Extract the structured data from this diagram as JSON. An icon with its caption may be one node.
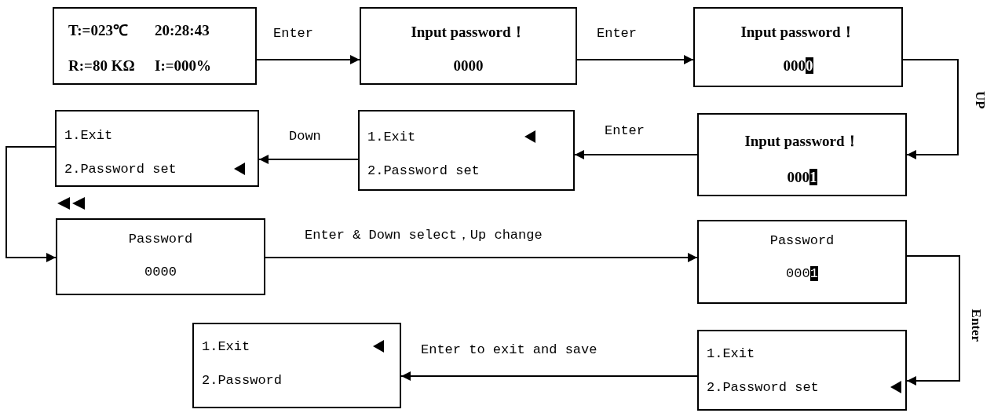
{
  "diagram": {
    "nodes": [
      {
        "text": [
          "T:=023℃",
          "20:28:43",
          "R:=80 KΩ",
          "I:=000%"
        ]
      },
      {
        "text": [
          "Input password！",
          "0000"
        ]
      },
      {
        "text": [
          "Input password！",
          "0000"
        ]
      },
      {
        "text": [
          "Input password！",
          "0001"
        ]
      },
      {
        "text": [
          "1.Exit",
          "2.Password set"
        ]
      },
      {
        "text": [
          "1.Exit",
          "2.Password set"
        ]
      },
      {
        "text": [
          "Password",
          "0000"
        ]
      },
      {
        "text": [
          "Password",
          "0001"
        ]
      },
      {
        "text": [
          "1.Exit",
          "2.Password set"
        ]
      },
      {
        "text": [
          "1.Exit",
          "2.Password"
        ]
      }
    ],
    "edges": [
      {
        "from": 0,
        "to": 1,
        "arrow": "to",
        "label": "Enter"
      },
      {
        "from": 1,
        "to": 2,
        "arrow": "to",
        "label": "Enter"
      },
      {
        "from": 2,
        "to": 3,
        "arrow": "to",
        "label": "UP"
      },
      {
        "from": 3,
        "to": 4,
        "arrow": "to",
        "label": "Enter"
      },
      {
        "from": 4,
        "to": 5,
        "arrow": "to",
        "label": "Down"
      },
      {
        "from": 5,
        "to": 6,
        "arrow": "to"
      },
      {
        "from": 6,
        "to": 7,
        "arrow": "to",
        "label": "Enter & Down select，Up change"
      },
      {
        "from": 7,
        "to": 8,
        "arrow": "to",
        "label": "Enter"
      },
      {
        "from": 8,
        "to": 9,
        "arrow": "to",
        "label": "Enter to exit and save"
      }
    ]
  }
}
